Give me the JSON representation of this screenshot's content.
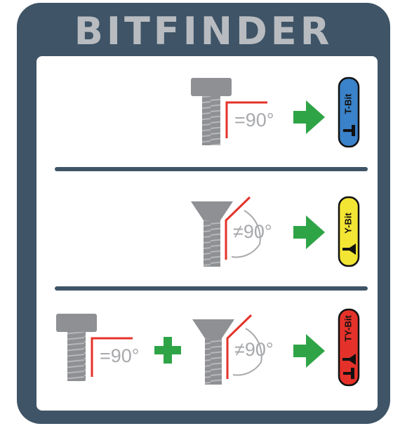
{
  "title": "BITFINDER",
  "rows": [
    {
      "name": "row-t-bit",
      "angle_label": "=90°",
      "bit_label": "T-Bit",
      "bit_color": "#3a82c9"
    },
    {
      "name": "row-y-bit",
      "angle_label": "≠90°",
      "bit_label": "Y-Bit",
      "bit_color": "#f3e533"
    },
    {
      "name": "row-ty-bit",
      "angle_label_a": "=90°",
      "angle_label_b": "≠90°",
      "bit_label": "TY-Bit",
      "bit_color": "#e4322a"
    }
  ],
  "colors": {
    "frame": "#3f5466",
    "arrow": "#2fa447",
    "angle_line": "#e4322a",
    "screw": "#8e9093"
  },
  "icons": [
    "hex-head-screw-icon",
    "countersunk-screw-icon",
    "right-arrow-icon",
    "plus-icon",
    "bit-badge-icon"
  ]
}
